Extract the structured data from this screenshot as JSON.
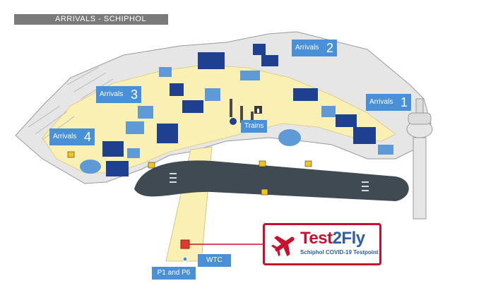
{
  "header": {
    "title": "ARRIVALS - SCHIPHOL PLAZA"
  },
  "arrivals": [
    {
      "label": "Arrivals",
      "number": "1"
    },
    {
      "label": "Arrivals",
      "number": "2"
    },
    {
      "label": "Arrivals",
      "number": "3"
    },
    {
      "label": "Arrivals",
      "number": "4"
    }
  ],
  "places": {
    "trains": "Trains",
    "wtc": "WTC",
    "parking": "P1 and P6"
  },
  "callout": {
    "brand_a": "Test",
    "brand_b": "2Fly",
    "subtitle": "Schiphol COVID-19 Testpoint"
  },
  "colors": {
    "floor": "#faf0b4",
    "building": "#e6e6e6",
    "dark_blue": "#1f3f8f",
    "light_blue": "#5e9ad6",
    "label_blue": "#4a90d9",
    "accent_red": "#c8102e"
  },
  "icons": [
    "train-icon",
    "taxi-icon",
    "airplane-icon",
    "control-tower-icon",
    "marker-square-icon"
  ]
}
